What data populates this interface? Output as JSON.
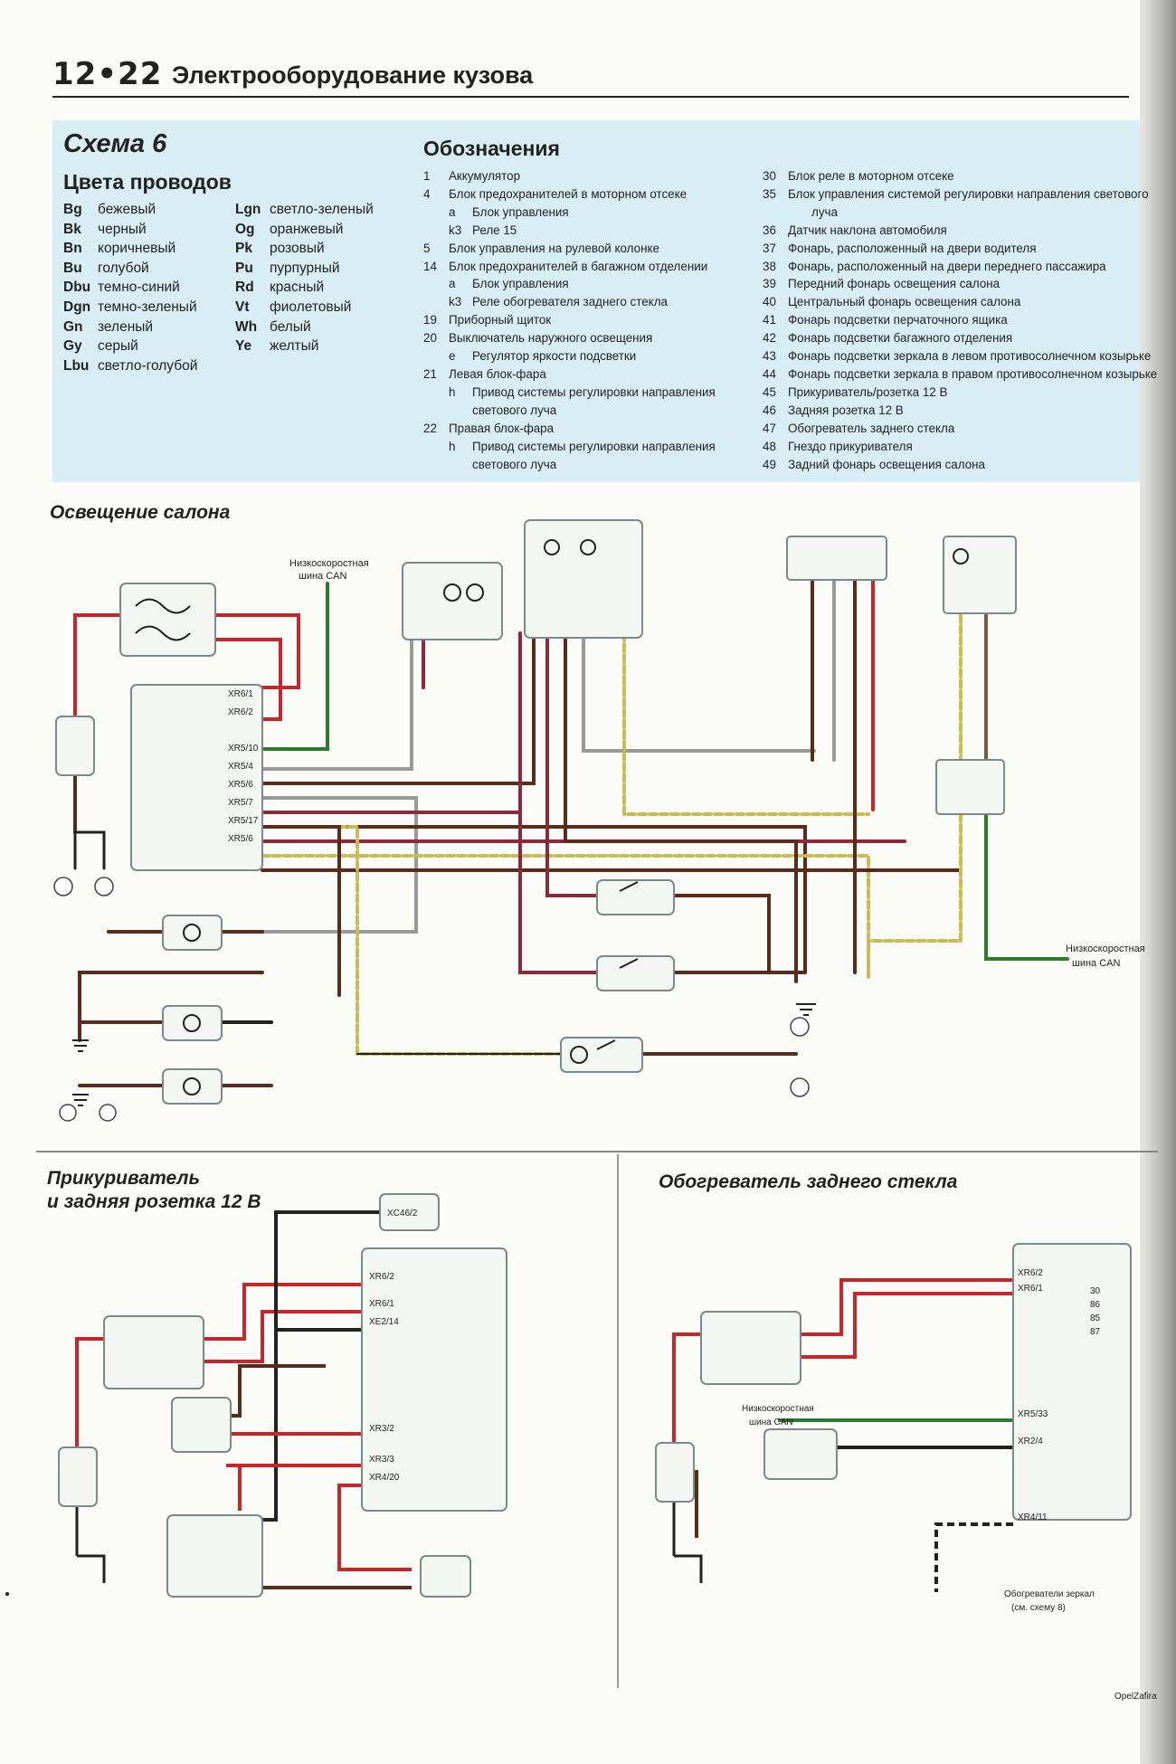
{
  "header": {
    "page": "12•22",
    "title": "Электрооборудование кузова"
  },
  "scheme": {
    "title": "Схема 6"
  },
  "wire_colors": {
    "title": "Цвета проводов",
    "col1": [
      {
        "code": "Bg",
        "name": "бежевый"
      },
      {
        "code": "Bk",
        "name": "черный"
      },
      {
        "code": "Bn",
        "name": "коричневый"
      },
      {
        "code": "Bu",
        "name": "голубой"
      },
      {
        "code": "Dbu",
        "name": "темно-синий"
      },
      {
        "code": "Dgn",
        "name": "темно-зеленый"
      },
      {
        "code": "Gn",
        "name": "зеленый"
      },
      {
        "code": "Gy",
        "name": "серый"
      },
      {
        "code": "Lbu",
        "name": "светло-голубой"
      }
    ],
    "col2": [
      {
        "code": "Lgn",
        "name": "светло-зеленый"
      },
      {
        "code": "Og",
        "name": "оранжевый"
      },
      {
        "code": "Pk",
        "name": "розовый"
      },
      {
        "code": "Pu",
        "name": "пурпурный"
      },
      {
        "code": "Rd",
        "name": "красный"
      },
      {
        "code": "Vt",
        "name": "фиолетовый"
      },
      {
        "code": "Wh",
        "name": "белый"
      },
      {
        "code": "Ye",
        "name": "желтый"
      }
    ]
  },
  "legend": {
    "title": "Обозначения",
    "col1": [
      {
        "n": "1",
        "t": "Аккумулятор",
        "lvl": 0
      },
      {
        "n": "4",
        "t": "Блок предохранителей в моторном отсеке",
        "lvl": 0
      },
      {
        "n": "a",
        "t": "Блок управления",
        "lvl": 1
      },
      {
        "n": "k3",
        "t": "Реле 15",
        "lvl": 1
      },
      {
        "n": "5",
        "t": "Блок управления на рулевой колонке",
        "lvl": 0
      },
      {
        "n": "14",
        "t": "Блок предохранителей в багажном отделении",
        "lvl": 0
      },
      {
        "n": "a",
        "t": "Блок управления",
        "lvl": 1
      },
      {
        "n": "k3",
        "t": "Реле обогревателя заднего стекла",
        "lvl": 1
      },
      {
        "n": "19",
        "t": "Приборный щиток",
        "lvl": 0
      },
      {
        "n": "20",
        "t": "Выключатель наружного освещения",
        "lvl": 0
      },
      {
        "n": "e",
        "t": "Регулятор яркости подсветки",
        "lvl": 1
      },
      {
        "n": "21",
        "t": "Левая блок-фара",
        "lvl": 0
      },
      {
        "n": "h",
        "t": "Привод системы регулировки направления",
        "lvl": 1
      },
      {
        "n": "",
        "t": "светового луча",
        "lvl": 2
      },
      {
        "n": "22",
        "t": "Правая блок-фара",
        "lvl": 0
      },
      {
        "n": "h",
        "t": "Привод системы регулировки направления",
        "lvl": 1
      },
      {
        "n": "",
        "t": "светового луча",
        "lvl": 2
      }
    ],
    "col2": [
      {
        "n": "30",
        "t": "Блок реле в моторном отсеке",
        "lvl": 0
      },
      {
        "n": "35",
        "t": "Блок управления системой регулировки направления светового",
        "lvl": 0
      },
      {
        "n": "",
        "t": "луча",
        "lvl": 2
      },
      {
        "n": "36",
        "t": "Датчик наклона автомобиля",
        "lvl": 0
      },
      {
        "n": "37",
        "t": "Фонарь, расположенный на двери водителя",
        "lvl": 0
      },
      {
        "n": "38",
        "t": "Фонарь, расположенный на двери переднего пассажира",
        "lvl": 0
      },
      {
        "n": "39",
        "t": "Передний фонарь освещения салона",
        "lvl": 0
      },
      {
        "n": "40",
        "t": "Центральный фонарь освещения салона",
        "lvl": 0
      },
      {
        "n": "41",
        "t": "Фонарь подсветки перчаточного ящика",
        "lvl": 0
      },
      {
        "n": "42",
        "t": "Фонарь подсветки багажного отделения",
        "lvl": 0
      },
      {
        "n": "43",
        "t": "Фонарь подсветки зеркала в левом противосолнечном козырьке",
        "lvl": 0
      },
      {
        "n": "44",
        "t": "Фонарь подсветки зеркала в правом противосолнечном козырьке",
        "lvl": 0
      },
      {
        "n": "45",
        "t": "Прикуриватель/розетка 12 В",
        "lvl": 0
      },
      {
        "n": "46",
        "t": "Задняя розетка 12 В",
        "lvl": 0
      },
      {
        "n": "47",
        "t": "Обогреватель заднего стекла",
        "lvl": 0
      },
      {
        "n": "48",
        "t": "Гнездо прикуривателя",
        "lvl": 0
      },
      {
        "n": "49",
        "t": "Задний фонарь освещения салона",
        "lvl": 0
      }
    ]
  },
  "sections": {
    "interior": "Освещение салона",
    "lighter_1": "Прикуриватель",
    "lighter_2": "и задняя розетка 12 В",
    "heater": "Обогреватель заднего стекла"
  },
  "diagram": {
    "can_label_1": "Низкоскоростная",
    "can_label_2": "шина CAN",
    "mirror_heater_1": "Обогреватели зеркал",
    "mirror_heater_2": "(см. схему 8)",
    "xr14_pins": [
      "XR6/1",
      "XR6/2",
      "XR5/10",
      "XR5/4",
      "XR5/6",
      "XR5/7",
      "XR5/17",
      "XR5/6"
    ],
    "lighter_pins": [
      "XR6/2",
      "XR6/1",
      "XE2/14",
      "XR3/2",
      "XR3/3",
      "XR4/20"
    ],
    "heater_pins": [
      "XR6/2",
      "XR6/1",
      "XR5/33",
      "XR2/4",
      "XR4/11"
    ],
    "xc46": "XC46/2",
    "relay_pins": [
      "30",
      "86",
      "85",
      "87"
    ]
  },
  "footer": "OpelZafira"
}
